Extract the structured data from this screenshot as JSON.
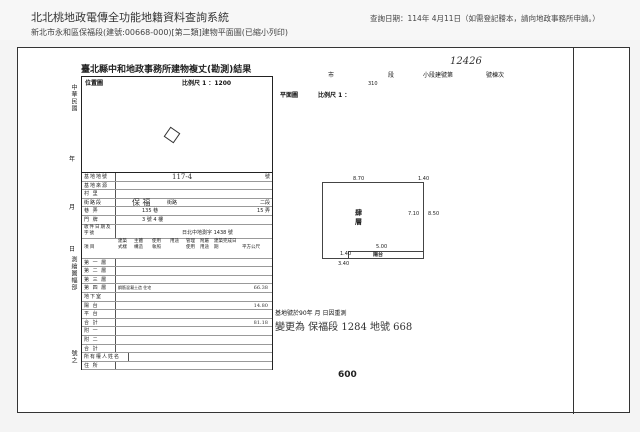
{
  "header": {
    "title": "北北桃地政電傳全功能地籍資料查詢系統",
    "subtitle": "新北市永和區保福段(建號:00668-000)[第二類]建物平面圖(已縮小列印)",
    "query_date": "查詢日期：114年 4月11日（如需登記謄本，請向地政事務所申請。）"
  },
  "doc": {
    "heading": "臺北縣中和地政事務所建物複丈(勘測)結果",
    "top_right": {
      "city": "市",
      "section": "段",
      "subsection": "小段建號第",
      "number": "號棟次",
      "handwritten_no": "12426",
      "code": "310"
    },
    "left_margin": {
      "roc": "中華民國",
      "year": "年",
      "month": "月",
      "day": "日",
      "map_sheet": "測繪圖幅部",
      "no": "號之"
    },
    "location_map": {
      "label": "位置圖",
      "scale": "比例尺 1 ：1200"
    },
    "plan": {
      "label": "平面圖",
      "scale": "比例尺 1 ：",
      "floor": "肆層",
      "balcony": "陽台"
    },
    "table": {
      "rows": [
        "基地地號",
        "基地來源",
        "村 里",
        "街路段",
        "巷 弄",
        "門 牌",
        "收件日期及字號"
      ],
      "values": {
        "lot": "117-4",
        "lot_suffix": "號",
        "road": "保 福",
        "road_suffix": "街路",
        "section": "二段",
        "lane": "135 巷",
        "alley": "15 弄",
        "door": "3 號 4 樓",
        "receipt": "日北中地測字 1438 號"
      },
      "columns": [
        "項 目",
        "建築式樣",
        "主體構造",
        "使用執照",
        "用途",
        "管理使用",
        "附屬用途",
        "建築完成日期",
        "平方公尺"
      ],
      "area_rows": [
        "第 一 層",
        "第 二 層",
        "第 三 層",
        "第 四 層",
        "地下室",
        "陽 台",
        "平 台",
        "合 計",
        "附 一",
        "附 二",
        "合 計",
        "所有權人姓名",
        "住 所"
      ],
      "fourth_floor_desc": "鋼筋混凝土造 住宅",
      "areas": {
        "fourth": "66.38",
        "balcony": "14.80",
        "total": "81.18"
      }
    },
    "note_line1": "基地號於90年 月 日因重測",
    "note_line2": "變更為 保福段 1284 地號 668",
    "page_mark": "600",
    "dims": [
      "8.70",
      "1.40",
      "7.10",
      "8.50",
      "5.00",
      "1.40",
      "3.40"
    ]
  }
}
